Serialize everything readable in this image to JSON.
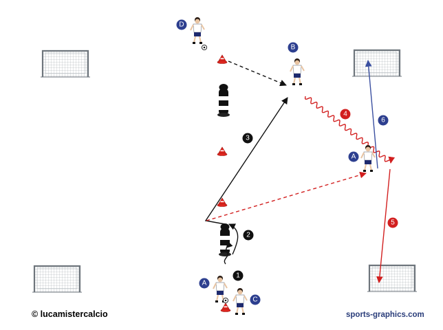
{
  "players": {
    "A1": "A",
    "A2": "A",
    "B": "B",
    "C": "C",
    "D": "D"
  },
  "steps": {
    "s1": "1",
    "s2": "2",
    "s3": "3",
    "s4": "4",
    "s5": "5",
    "s6": "6"
  },
  "colors": {
    "team_badge": "#2d3f8f",
    "step_black": "#111111",
    "step_red": "#d21f1f",
    "cone": "#e0261f",
    "dribble_red": "#d21f1f",
    "shot_blue": "#3a4fa0",
    "pass_black": "#111111"
  },
  "footer": {
    "copyright": "© lucamistercalcio",
    "brand": "sports-graphics.com"
  }
}
